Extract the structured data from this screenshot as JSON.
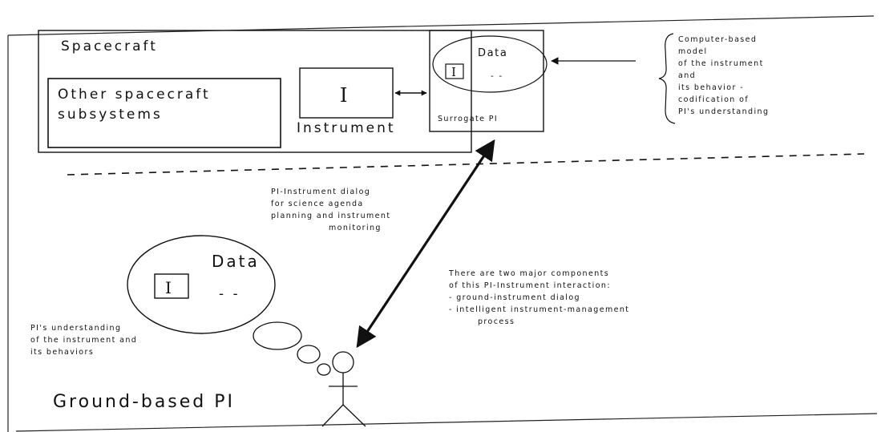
{
  "spacecraft": {
    "title": "Spacecraft",
    "other_subsystems": [
      "Other spacecraft",
      "subsystems"
    ],
    "instrument_glyph": "I",
    "instrument_label": "Instrument",
    "surrogate_label": "Surrogate PI",
    "surrogate_data": {
      "word": "Data",
      "glyph": "I",
      "dashes": "- -"
    }
  },
  "model_note": [
    "Computer-based",
    "model",
    "of the instrument",
    "and",
    "its behavior -",
    "codification of",
    "PI's understanding"
  ],
  "dialog_note": [
    "PI-Instrument dialog",
    "for science agenda",
    "planning and instrument",
    "monitoring"
  ],
  "components_note": [
    "There are two major components",
    "of this PI-Instrument interaction:",
    "- ground-instrument dialog",
    "- intelligent instrument-management",
    "process"
  ],
  "thought": {
    "word": "Data",
    "glyph": "I",
    "dashes": "- -"
  },
  "pi_understanding_note": [
    "PI's understanding",
    "of the instrument and",
    "its behaviors"
  ],
  "ground_label": "Ground-based PI"
}
